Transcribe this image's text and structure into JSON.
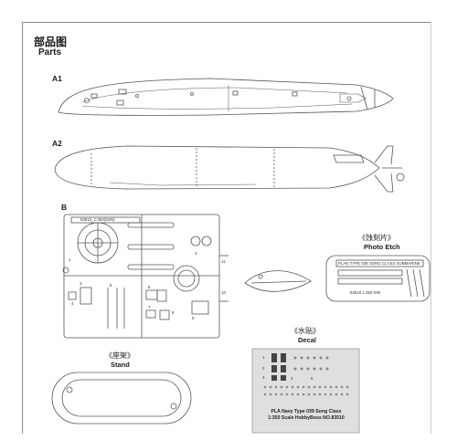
{
  "header": {
    "title_cn": "部品图",
    "title_en": "Parts"
  },
  "parts": {
    "a1_label": "A1",
    "a2_label": "A2",
    "b_label": "B",
    "b_code": "83510_1:350(SSN)",
    "b_numbers": [
      "1",
      "2",
      "3",
      "4",
      "5",
      "6",
      "7",
      "8",
      "9",
      "10",
      "11"
    ]
  },
  "photo_etch": {
    "title_cn": "《蚀刻片》",
    "title_en": "Photo Etch",
    "plate_text": "PLAN  TYPE  039  SONG  CLASS  SUBMARINE",
    "code_text": "83510   1:350  039"
  },
  "decal": {
    "title_cn": "《水贴》",
    "title_en": "Decal",
    "row_numbers": [
      "1",
      "2",
      "3",
      "4",
      "5"
    ],
    "caption_line1": "PLA Navy Type 039 Song Class",
    "caption_line2": "1:350 Scale HobbyBoss NO.83510"
  },
  "stand": {
    "title_cn": "《座架》",
    "title_en": "Stand"
  },
  "colors": {
    "line": "#555555",
    "frame": "#8a8a8a",
    "decal_bg": "#dfdfdf"
  }
}
